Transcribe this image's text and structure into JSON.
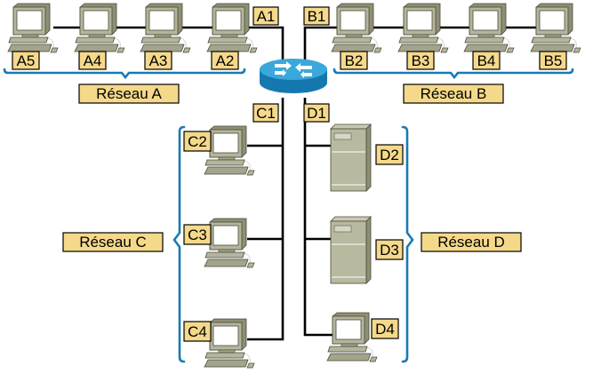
{
  "diagram": {
    "colors": {
      "label_fill": "#f5d98a",
      "label_border": "#000000",
      "bracket": "#1a7ab5",
      "cable": "#000000",
      "router_top": "#3aa8dc",
      "router_side": "#1579b0",
      "pc_body": "#b4b59c",
      "server_body": "#b9b9a0"
    },
    "router": {
      "name": "Router"
    },
    "router_ports": {
      "A1": "A1",
      "B1": "B1",
      "C1": "C1",
      "D1": "D1"
    },
    "networks": [
      {
        "id": "A",
        "label": "Réseau A",
        "devices": [
          {
            "id": "A5",
            "type": "pc"
          },
          {
            "id": "A4",
            "type": "pc"
          },
          {
            "id": "A3",
            "type": "pc"
          },
          {
            "id": "A2",
            "type": "pc"
          }
        ]
      },
      {
        "id": "B",
        "label": "Réseau B",
        "devices": [
          {
            "id": "B2",
            "type": "pc"
          },
          {
            "id": "B3",
            "type": "pc"
          },
          {
            "id": "B4",
            "type": "pc"
          },
          {
            "id": "B5",
            "type": "pc"
          }
        ]
      },
      {
        "id": "C",
        "label": "Réseau C",
        "devices": [
          {
            "id": "C2",
            "type": "pc"
          },
          {
            "id": "C3",
            "type": "pc"
          },
          {
            "id": "C4",
            "type": "pc"
          }
        ]
      },
      {
        "id": "D",
        "label": "Réseau D",
        "devices": [
          {
            "id": "D2",
            "type": "server"
          },
          {
            "id": "D3",
            "type": "server"
          },
          {
            "id": "D4",
            "type": "pc"
          }
        ]
      }
    ]
  }
}
